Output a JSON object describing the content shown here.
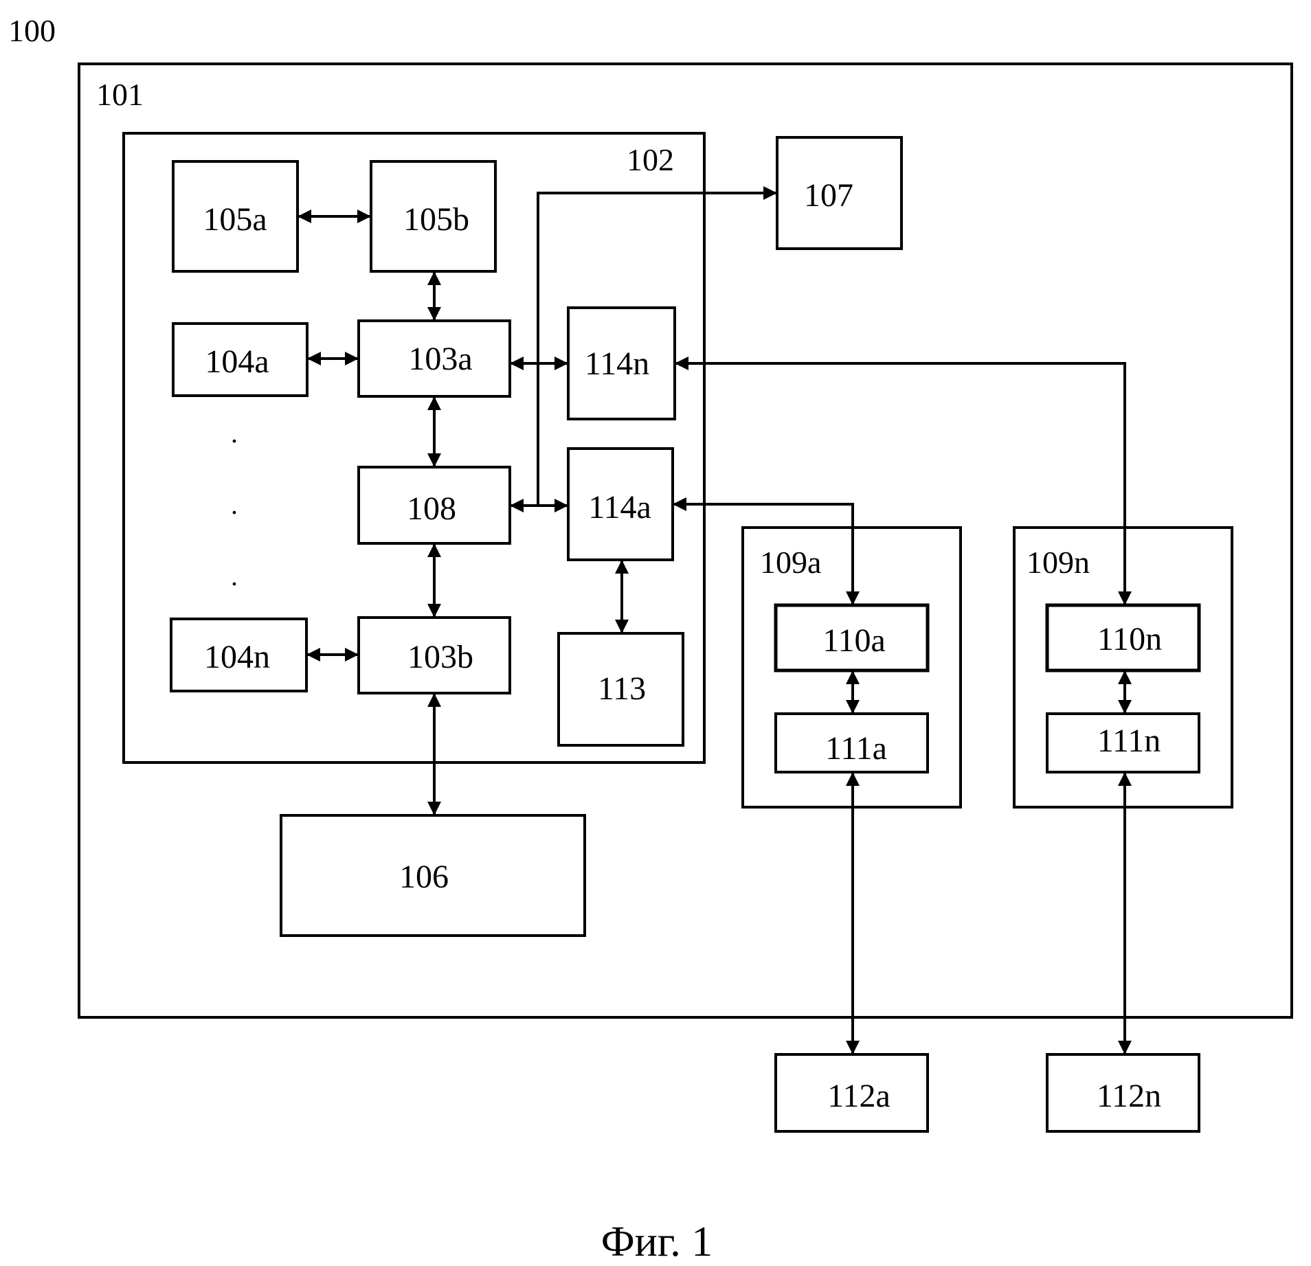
{
  "labels": {
    "system": "100",
    "device": "101",
    "board": "102",
    "b105a": "105a",
    "b105b": "105b",
    "b104a": "104a",
    "b103a": "103a",
    "b114n": "114n",
    "b108": "108",
    "b114a": "114a",
    "b104n": "104n",
    "b103b": "103b",
    "b113": "113",
    "b106": "106",
    "b107": "107",
    "group109a": "109a",
    "b110a": "110a",
    "b111a": "111a",
    "group109n": "109n",
    "b110n": "110n",
    "b111n": "111n",
    "b112a": "112a",
    "b112n": "112n"
  },
  "ellipsis_dots": [
    ".",
    ".",
    "."
  ],
  "caption": "Фиг. 1"
}
